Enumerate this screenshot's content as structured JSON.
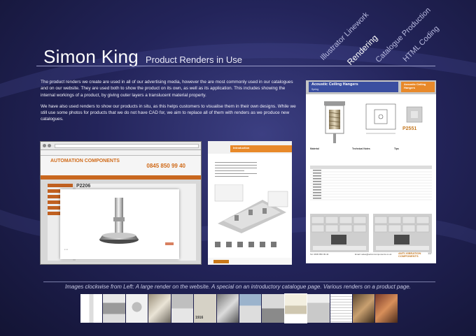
{
  "header": {
    "name": "Simon King",
    "subtitle": "Product Renders in Use"
  },
  "nav": [
    {
      "label": "Illustrator Linework",
      "active": false
    },
    {
      "label": "Rendering",
      "active": true
    },
    {
      "label": "Catalogue Production",
      "active": false
    },
    {
      "label": "HTML Coding",
      "active": false
    }
  ],
  "intro": {
    "paragraph_1": "The product renders we create are used in all of our advertising media, however the are most commonly used in our catalogues and on our website. They are used both to show the product on its own, as well as its application. This includes showing the internal workings of a product, by giving outer layers a translucent material property.",
    "paragraph_2": "We have also used renders to show our products in situ, as this helps customers to visualise them in their own designs. While we still use some photos for products that we do not have CAD for, we aim to replace all of them with renders as we produce new catalogues."
  },
  "website_screenshot": {
    "logo": "AUTOMATION COMPONENTS",
    "phone": "0845 850 99 40",
    "product_code": "P2206"
  },
  "intro_page": {
    "title": "Introduction"
  },
  "product_page": {
    "title": "Acoustic Ceiling Hangers",
    "subtitle": "Spring",
    "right_title": "Acoustic Ceiling Hangers",
    "code": "P2551",
    "col_material": "Material",
    "col_technical": "Technical Notes",
    "col_tips": "Tips",
    "footer_tel": "Tel: 0845 850 99 40",
    "footer_email": "Email: sales@aviconcomponents.co.uk",
    "footer_brand": "ANTI-VIBRATION COMPONENTS",
    "page_number": "137"
  },
  "caption": "Images clockwise from Left: A large render on the website. A special on an introductory catalogue page. Various renders on a product page.",
  "thumbnail_labels": {
    "t6": "1916"
  },
  "colors": {
    "accent_orange": "#e8892a",
    "catalogue_blue": "#3a4ea0",
    "background": "#23245a"
  }
}
